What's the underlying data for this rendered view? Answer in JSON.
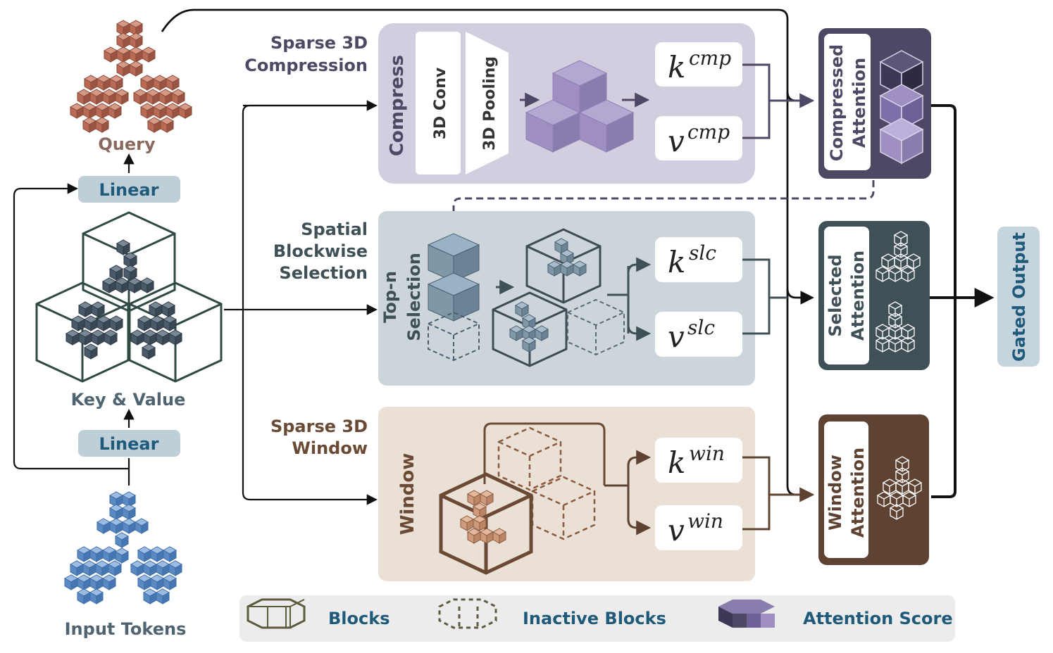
{
  "inputs": {
    "query_label": "Query",
    "linear_label": "Linear",
    "kv_label": "Key & Value",
    "input_tokens_label": "Input Tokens"
  },
  "branches": {
    "compression": {
      "title_line1": "Sparse 3D",
      "title_line2": "Compression",
      "side_label": "Compress",
      "conv_label": "3D Conv",
      "pool_label": "3D Pooling",
      "k_base": "k",
      "k_sup": "cmp",
      "v_base": "v",
      "v_sup": "cmp"
    },
    "selection": {
      "title_line1": "Spatial",
      "title_line2": "Blockwise",
      "title_line3": "Selection",
      "side_label_line1": "Top-n",
      "side_label_line2": "Selection",
      "k_base": "k",
      "k_sup": "slc",
      "v_base": "v",
      "v_sup": "slc"
    },
    "window": {
      "title_line1": "Sparse 3D",
      "title_line2": "Window",
      "side_label": "Window",
      "k_base": "k",
      "k_sup": "win",
      "v_base": "v",
      "v_sup": "win"
    }
  },
  "attention": {
    "compressed_line1": "Compressed",
    "compressed_line2": "Attention",
    "selected_line1": "Selected",
    "selected_line2": "Attention",
    "window_line1": "Window",
    "window_line2": "Attention"
  },
  "output": {
    "label": "Gated Output"
  },
  "legend": {
    "blocks": "Blocks",
    "inactive_blocks": "Inactive Blocks",
    "attention_score": "Attention Score"
  },
  "colors": {
    "query": "#b86a55",
    "input": "#5b8ac3",
    "kv": "#4a5a6a",
    "kv_outline": "#2f4a44",
    "linear_bg": "#bfcfd8",
    "linear_text": "#1f5a7a",
    "compression_bg": "#d3cde0",
    "compression_cube": "#9e8fc0",
    "selection_bg": "#ccd6da",
    "selection_cube": "#7f98a8",
    "window_bg": "#eae0d6",
    "window_cube": "#cf9a7c",
    "window_outline": "#6b4a35",
    "compressed_attn": "#4f4864",
    "selected_attn": "#3f5057",
    "window_attn": "#5e4332",
    "gated_bg": "#c6d5dd",
    "gated_text": "#1f5a7a",
    "legend_bg": "#ececec",
    "legend_text": "#1f5a7a"
  }
}
